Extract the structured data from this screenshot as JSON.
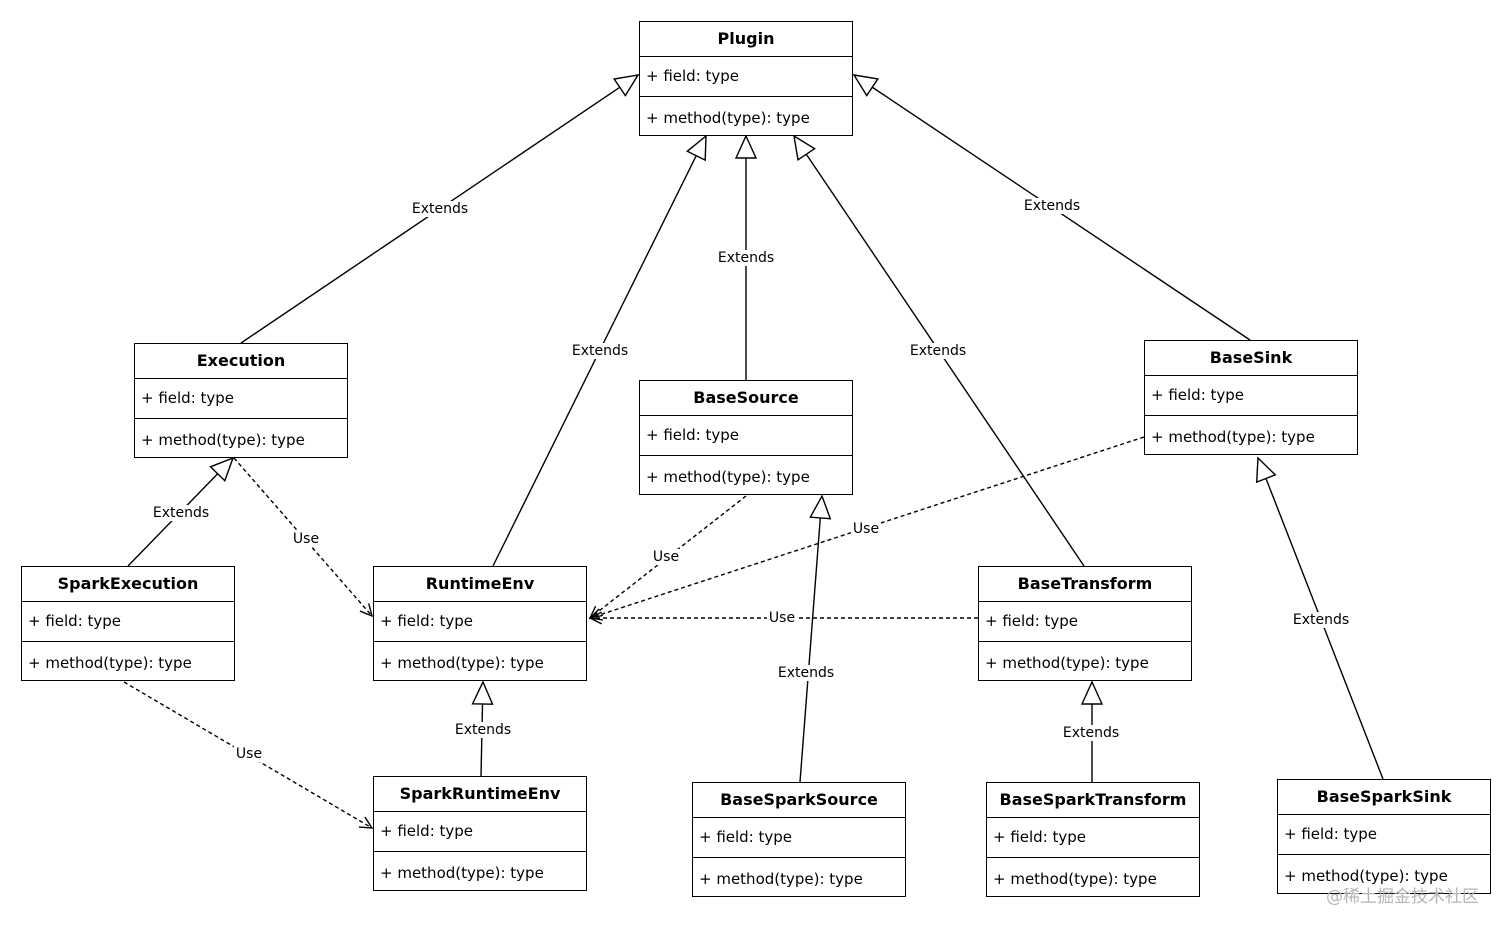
{
  "classes": {
    "plugin": {
      "name": "Plugin",
      "field": "+ field: type",
      "method": "+ method(type): type"
    },
    "execution": {
      "name": "Execution",
      "field": "+ field: type",
      "method": "+ method(type): type"
    },
    "basesource": {
      "name": "BaseSource",
      "field": "+ field: type",
      "method": "+ method(type): type"
    },
    "basesink": {
      "name": "BaseSink",
      "field": "+ field: type",
      "method": "+ method(type): type"
    },
    "sparkexecution": {
      "name": "SparkExecution",
      "field": "+ field: type",
      "method": "+ method(type): type"
    },
    "runtimeenv": {
      "name": "RuntimeEnv",
      "field": "+ field: type",
      "method": "+ method(type): type"
    },
    "basetransform": {
      "name": "BaseTransform",
      "field": "+ field: type",
      "method": "+ method(type): type"
    },
    "sparkruntimeenv": {
      "name": "SparkRuntimeEnv",
      "field": "+ field: type",
      "method": "+ method(type): type"
    },
    "basesparksource": {
      "name": "BaseSparkSource",
      "field": "+ field: type",
      "method": "+ method(type): type"
    },
    "basesparktransform": {
      "name": "BaseSparkTransform",
      "field": "+ field: type",
      "method": "+ method(type): type"
    },
    "basesparksink": {
      "name": "BaseSparkSink",
      "field": "+ field: type",
      "method": "+ method(type): type"
    }
  },
  "relations": [
    {
      "from": "execution",
      "to": "plugin",
      "kind": "extends",
      "label": "Extends"
    },
    {
      "from": "runtimeenv",
      "to": "plugin",
      "kind": "extends",
      "label": "Extends"
    },
    {
      "from": "basesource",
      "to": "plugin",
      "kind": "extends",
      "label": "Extends"
    },
    {
      "from": "basetransform",
      "to": "plugin",
      "kind": "extends",
      "label": "Extends"
    },
    {
      "from": "basesink",
      "to": "plugin",
      "kind": "extends",
      "label": "Extends"
    },
    {
      "from": "sparkexecution",
      "to": "execution",
      "kind": "extends",
      "label": "Extends"
    },
    {
      "from": "sparkruntimeenv",
      "to": "runtimeenv",
      "kind": "extends",
      "label": "Extends"
    },
    {
      "from": "basesparksource",
      "to": "basesource",
      "kind": "extends",
      "label": "Extends"
    },
    {
      "from": "basesparktransform",
      "to": "basetransform",
      "kind": "extends",
      "label": "Extends"
    },
    {
      "from": "basesparksink",
      "to": "basesink",
      "kind": "extends",
      "label": "Extends"
    },
    {
      "from": "execution",
      "to": "runtimeenv",
      "kind": "use",
      "label": "Use"
    },
    {
      "from": "basesource",
      "to": "runtimeenv",
      "kind": "use",
      "label": "Use"
    },
    {
      "from": "basesink",
      "to": "runtimeenv",
      "kind": "use",
      "label": "Use"
    },
    {
      "from": "basetransform",
      "to": "runtimeenv",
      "kind": "use",
      "label": "Use"
    },
    {
      "from": "sparkexecution",
      "to": "sparkruntimeenv",
      "kind": "use",
      "label": "Use"
    }
  ],
  "watermark": "@稀土掘金技术社区"
}
